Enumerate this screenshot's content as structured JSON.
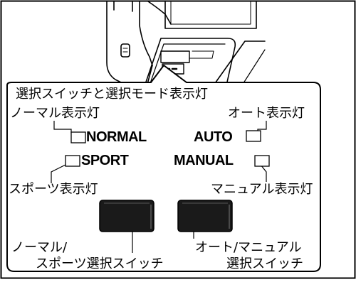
{
  "panel": {
    "title": "選択スイッチと選択モード表示灯",
    "normal_indicator_label": "ノーマル表示灯",
    "auto_indicator_label": "オート表示灯",
    "sport_indicator_label": "スポーツ表示灯",
    "manual_indicator_label": "マニュアル表示灯",
    "normal_text": "NORMAL",
    "auto_text": "AUTO",
    "sport_text": "SPORT",
    "manual_text": "MANUAL",
    "left_switch_label_line1": "ノーマル/",
    "left_switch_label_line2": "スポーツ選択スイッチ",
    "right_switch_label_line1": "オート/マニュアル",
    "right_switch_label_line2": "選択スイッチ"
  },
  "icons": {
    "indicator_lamp": "indicator-lamp-icon",
    "switch_button": "switch-button-icon"
  },
  "colors": {
    "line": "#000000",
    "background": "#ffffff",
    "button_fill": "#1a1a1a"
  }
}
